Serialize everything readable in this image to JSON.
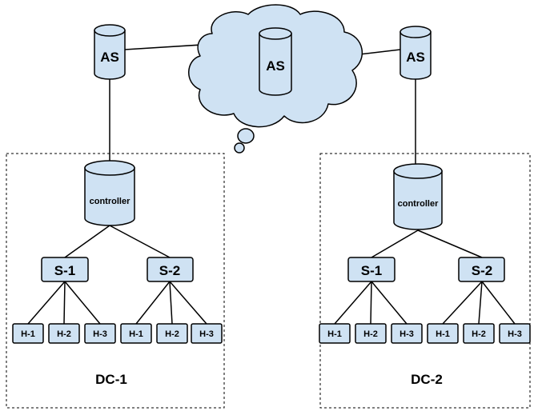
{
  "top": {
    "as_left": "AS",
    "as_cloud": "AS",
    "as_right": "AS"
  },
  "dc1": {
    "name": "DC-1",
    "controller": "controller",
    "switches": [
      "S-1",
      "S-2"
    ],
    "hosts": [
      "H-1",
      "H-2",
      "H-3",
      "H-1",
      "H-2",
      "H-3"
    ]
  },
  "dc2": {
    "name": "DC-2",
    "controller": "controller",
    "switches": [
      "S-1",
      "S-2"
    ],
    "hosts": [
      "H-1",
      "H-2",
      "H-3",
      "H-1",
      "H-2",
      "H-3"
    ]
  },
  "colors": {
    "node_fill": "#cfe2f3",
    "stroke": "#000000"
  }
}
